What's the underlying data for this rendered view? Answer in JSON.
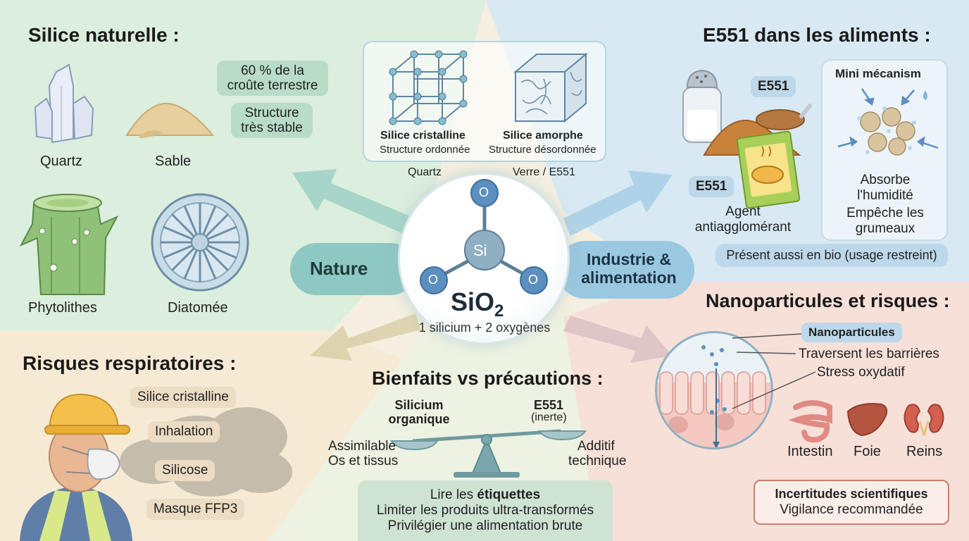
{
  "palette": {
    "nature_bg": "#dceedd",
    "food_bg": "#d8e9f3",
    "risk_bg": "#f7e6d0",
    "nano_bg": "#f6dcd6",
    "center_bg": "#eef3e6",
    "nature_accent": "#8ec8c2",
    "industry_accent": "#9ac8e0",
    "pill_green": "#b9dcc8",
    "pill_blue": "#bcd8ea",
    "pill_tan": "#ecdcc4",
    "nano_border": "#c8806e"
  },
  "center": {
    "formula": "SiO",
    "formula_sub": "2",
    "subtitle": "1 silicium + 2 oxygènes",
    "atom_si": "Si",
    "atom_o_top": "O",
    "atom_o_left": "O",
    "atom_o_right": "O"
  },
  "nature_badge": "Nature",
  "industry_badge": "Industrie & alimentation",
  "structures": {
    "crystalline_title": "Silice cristalline",
    "crystalline_sub": "Structure ordonnée",
    "amorphous_title": "Silice amorphe",
    "amorphous_sub": "Structure désordonnée",
    "crystalline_example": "Quartz",
    "amorphous_example": "Verre / E551"
  },
  "natural_silica": {
    "title": "Silice naturelle :",
    "items": [
      "Quartz",
      "Sable",
      "Phytolithes",
      "Diatomée"
    ],
    "facts": [
      "60 % de la croûte terrestre",
      "Structure très stable"
    ]
  },
  "e551": {
    "title": "E551 dans les aliments :",
    "tag_top": "E551",
    "tag_bottom": "E551",
    "role": "Agent antiagglomérant",
    "mechanism_title": "Mini mécanism",
    "mechanism_lines": [
      "Absorbe l'humidité",
      "Empêche les grumeaux"
    ],
    "bio_note": "Présent aussi en bio (usage restreint)"
  },
  "respiratory": {
    "title": "Risques respiratoires :",
    "items": [
      "Silice cristalline",
      "Inhalation",
      "Silicose",
      "Masque FFP3"
    ]
  },
  "benefits": {
    "title": "Bienfaits vs précautions :",
    "left_title": "Silicium organique",
    "left_lines": [
      "Assimilable",
      "Os et tissus"
    ],
    "right_title": "E551",
    "right_sub": "(inerte)",
    "right_lines": [
      "Additif",
      "technique"
    ],
    "advice_prefix": "Lire les ",
    "advice_bold": "étiquettes",
    "advice_lines": [
      "Limiter les produits ultra-transformés",
      "Privilégier une alimentation brute"
    ]
  },
  "nano": {
    "title": "Nanoparticules et risques :",
    "label": "Nanoparticules",
    "effects": [
      "Traversent les barrières",
      "Stress oxydatif"
    ],
    "organs": [
      "Intestin",
      "Foie",
      "Reins"
    ],
    "uncertainty_title": "Incertitudes scientifiques",
    "uncertainty_sub": "Vigilance recommandée"
  }
}
